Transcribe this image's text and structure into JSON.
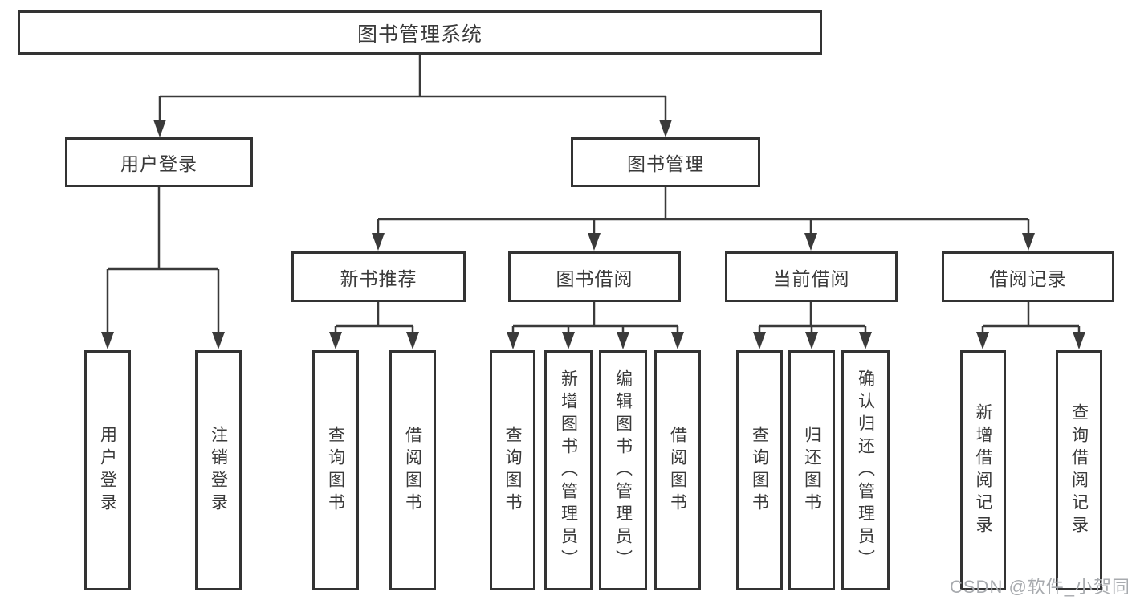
{
  "diagram": {
    "root": {
      "label": "图书管理系统"
    },
    "level2": [
      {
        "id": "user-login",
        "label": "用户登录"
      },
      {
        "id": "book-management",
        "label": "图书管理"
      }
    ],
    "level3": [
      {
        "id": "new-book-recommend",
        "parent": "book-management",
        "label": "新书推荐"
      },
      {
        "id": "book-borrowing",
        "parent": "book-management",
        "label": "图书借阅"
      },
      {
        "id": "current-borrowing",
        "parent": "book-management",
        "label": "当前借阅"
      },
      {
        "id": "borrowing-records",
        "parent": "book-management",
        "label": "借阅记录"
      }
    ],
    "leaves": [
      {
        "parent": "user-login",
        "label": "用户登录"
      },
      {
        "parent": "user-login",
        "label": "注销登录"
      },
      {
        "parent": "new-book-recommend",
        "label": "查询图书"
      },
      {
        "parent": "new-book-recommend",
        "label": "借阅图书"
      },
      {
        "parent": "book-borrowing",
        "label": "查询图书"
      },
      {
        "parent": "book-borrowing",
        "label": "新增图书（管理员）"
      },
      {
        "parent": "book-borrowing",
        "label": "编辑图书（管理员）"
      },
      {
        "parent": "book-borrowing",
        "label": "借阅图书"
      },
      {
        "parent": "current-borrowing",
        "label": "查询图书"
      },
      {
        "parent": "current-borrowing",
        "label": "归还图书"
      },
      {
        "parent": "current-borrowing",
        "label": "确认归还（管理员）"
      },
      {
        "parent": "borrowing-records",
        "label": "新增借阅记录"
      },
      {
        "parent": "borrowing-records",
        "label": "查询借阅记录"
      }
    ],
    "colors": {
      "line": "#3a3a3a",
      "box_border": "#333333",
      "text": "#3a3a3a",
      "background": "#ffffff"
    }
  },
  "watermark": {
    "text": "CSDN @软件_小贺同学",
    "color": "#a7aaae"
  }
}
